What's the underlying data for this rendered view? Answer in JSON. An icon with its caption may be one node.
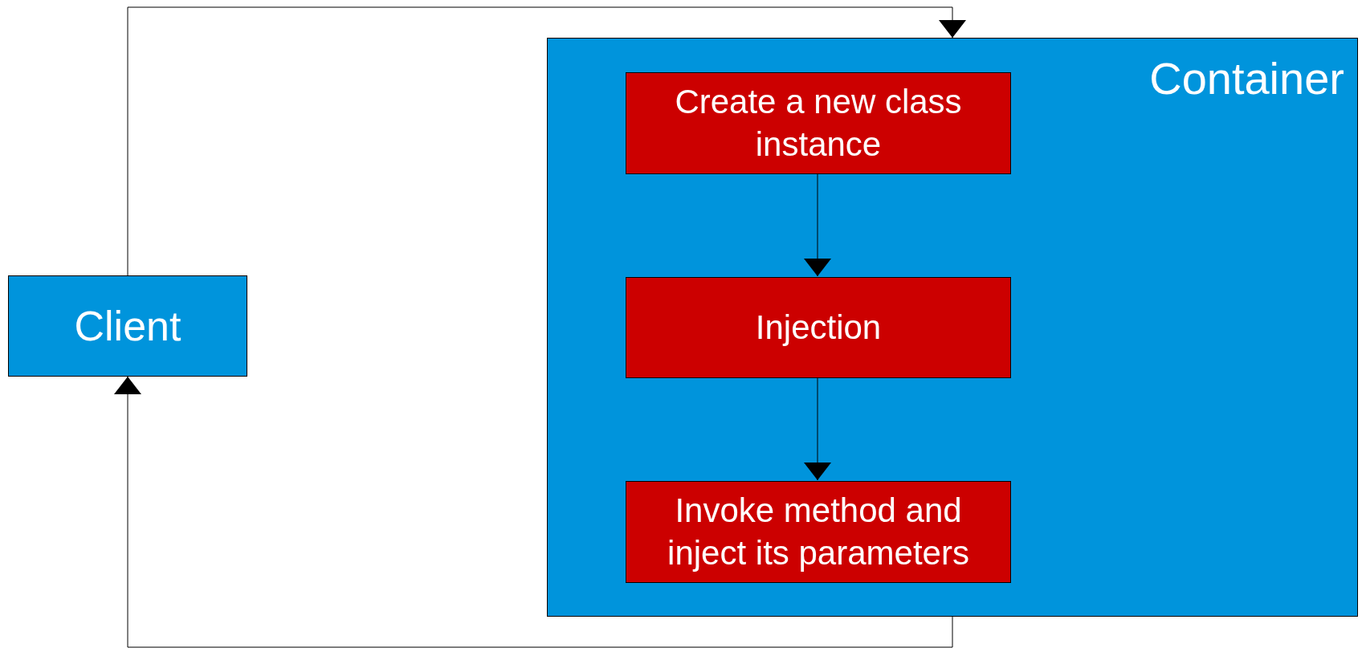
{
  "diagram": {
    "nodes": [
      {
        "text": [
          "Client"
        ]
      },
      {
        "text": [
          "Container"
        ]
      },
      {
        "text": [
          "Create a new class instance"
        ],
        "in": 1
      },
      {
        "text": [
          "Injection"
        ],
        "in": 1
      },
      {
        "text": [
          "Invoke method and inject its parameters"
        ],
        "in": 1
      }
    ],
    "edges": [
      {
        "from": 0,
        "to": 1,
        "arrow": "to"
      },
      {
        "from": 2,
        "to": 3,
        "arrow": "to"
      },
      {
        "from": 3,
        "to": 4,
        "arrow": "to"
      },
      {
        "from": 1,
        "to": 0,
        "arrow": "to"
      }
    ]
  }
}
